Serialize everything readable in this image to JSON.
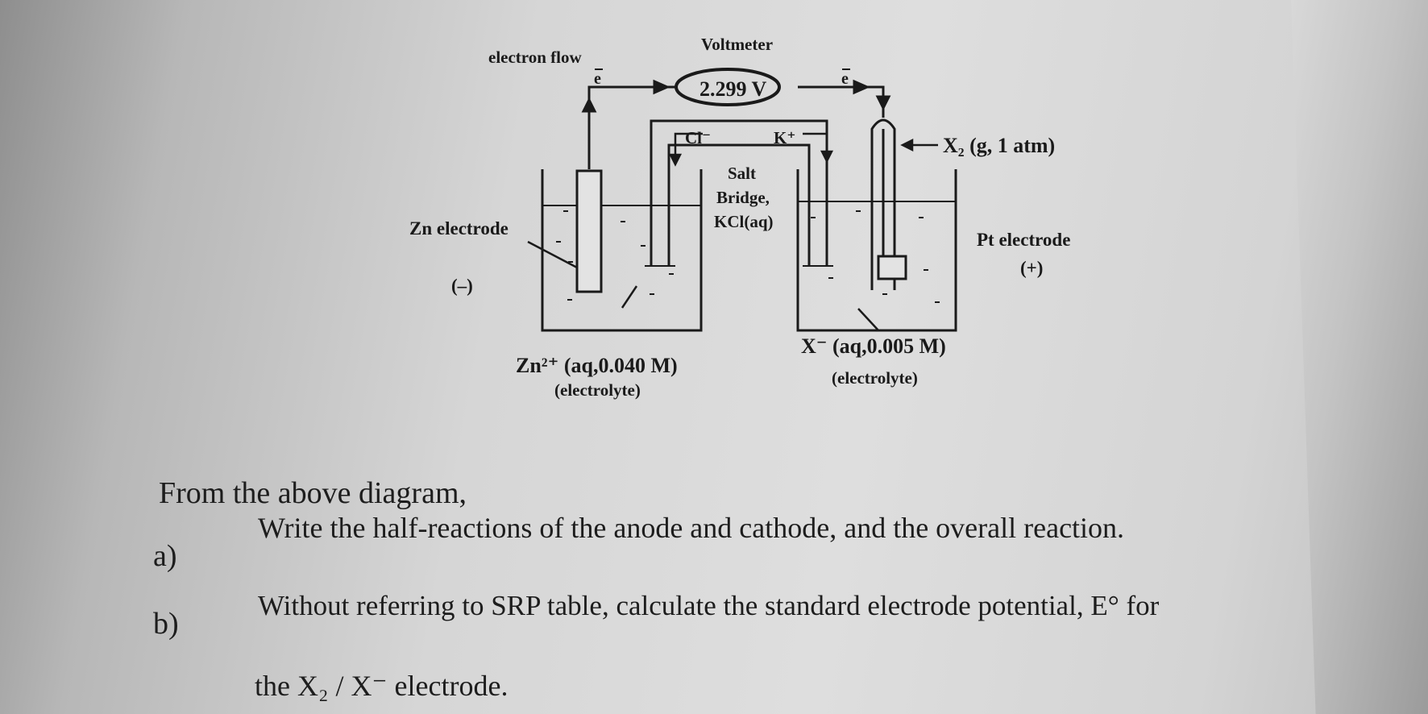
{
  "diagram": {
    "voltmeter_label": "Voltmeter",
    "voltmeter_reading": "2.299 V",
    "electron_flow_label": "electron flow",
    "electron_symbol": "e",
    "salt_bridge_line1": "Salt",
    "salt_bridge_line2": "Bridge,",
    "salt_bridge_line3": "KCl(aq)",
    "bridge_anion": "Cl⁻",
    "bridge_cation": "K⁺",
    "left_electrode_label": "Zn electrode",
    "left_sign": "(–)",
    "right_gas_label": "X₂ (g, 1 atm)",
    "right_electrode_label": "Pt electrode",
    "right_sign": "(+)",
    "left_solution": "Zn²⁺ (aq,0.040 M)",
    "left_solution_role": "(electrolyte)",
    "right_solution": "X⁻ (aq,0.005 M)",
    "right_solution_role": "(electrolyte)"
  },
  "questions": {
    "intro": "From the above diagram,",
    "a_letter": "a)",
    "a_text": "Write the half-reactions of the anode and cathode, and the overall reaction.",
    "b_letter": "b)",
    "b_text": "Without referring to SRP table, calculate the standard electrode potential, E° for",
    "b_text_cont": "the X₂ / X⁻ electrode."
  }
}
